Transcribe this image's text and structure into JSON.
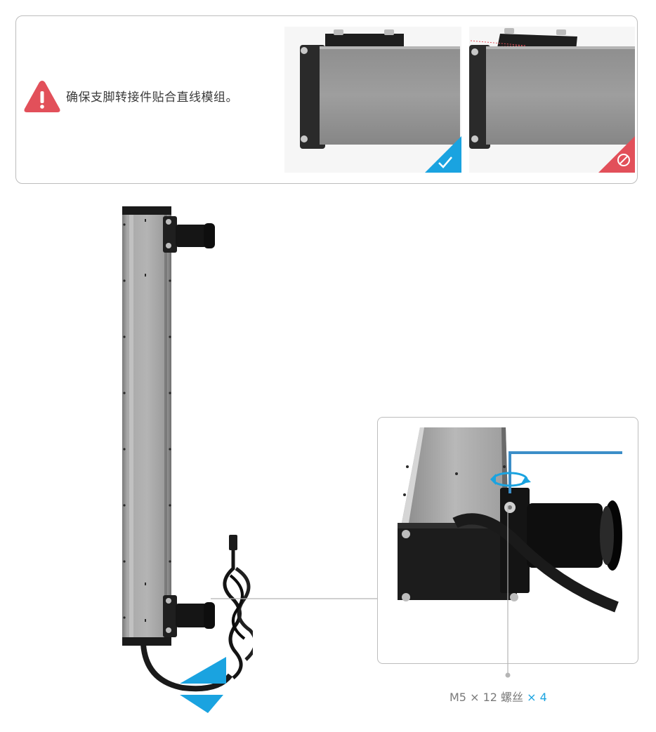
{
  "warning": {
    "text": "确保支脚转接件贴合直线模组。"
  },
  "screw": {
    "spec": "M5 × 12 螺丝",
    "qty": "× 4"
  },
  "colors": {
    "accent_blue": "#1aa3e0",
    "warning_red": "#e2505a",
    "rail_gray": "#9a9a9a",
    "box_border": "#bdbdbd"
  },
  "icons": {
    "warning": "warning-triangle-icon",
    "correct": "check-badge-icon",
    "incorrect": "prohibited-badge-icon",
    "rotate": "rotate-arrow-icon"
  }
}
